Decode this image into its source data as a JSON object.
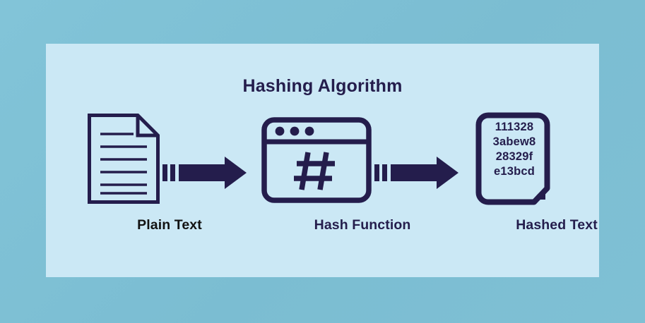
{
  "diagram": {
    "title": "Hashing Algorithm",
    "colors": {
      "outer_background": "#7EC1D6",
      "panel_background": "#CBE8F5",
      "ink": "#241D4C",
      "plain_label_ink": "#121212"
    },
    "stages": [
      {
        "id": "plain-text",
        "label": "Plain Text",
        "icon": "document-lines-icon"
      },
      {
        "id": "hash-function",
        "label": "Hash Function",
        "icon": "window-hash-icon",
        "glyph": "#"
      },
      {
        "id": "hashed-text",
        "label": "Hashed Text",
        "icon": "document-hash-icon",
        "hash_lines": [
          "111328",
          "3abew8",
          "28329f",
          "e13bcd"
        ]
      }
    ],
    "connectors": [
      {
        "id": "arrow-1",
        "from": "plain-text",
        "to": "hash-function",
        "icon": "arrow-right-icon"
      },
      {
        "id": "arrow-2",
        "from": "hash-function",
        "to": "hashed-text",
        "icon": "arrow-right-icon"
      }
    ]
  }
}
